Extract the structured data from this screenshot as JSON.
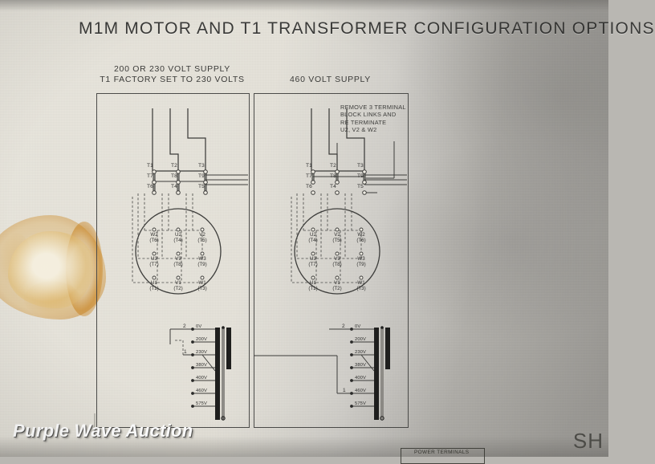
{
  "document": {
    "title": "M1M MOTOR AND T1 TRANSFORMER CONFIGURATION OPTIONS",
    "sheet_mark": "SH"
  },
  "watermark": {
    "text": "Purple Wave Auction"
  },
  "panels": [
    {
      "id": "left",
      "header_line1": "200 OR 230 VOLT SUPPLY",
      "header_line2": "T1 FACTORY SET TO 230 VOLTS",
      "terminal_block": {
        "row1": [
          "T1",
          "T2",
          "T3"
        ],
        "row2": [
          "T7",
          "T8",
          "T9"
        ],
        "row3": [
          "T6",
          "T4",
          "T5"
        ]
      },
      "motor_terminals": {
        "row1": [
          {
            "name": "W2",
            "tag": "(T6)"
          },
          {
            "name": "U2",
            "tag": "(T4)"
          },
          {
            "name": "V2",
            "tag": "(T5)"
          }
        ],
        "row2": [
          {
            "name": "U3",
            "tag": "(T7)"
          },
          {
            "name": "V3",
            "tag": "(T8)"
          },
          {
            "name": "W3",
            "tag": "(T9)"
          }
        ],
        "row3": [
          {
            "name": "U1",
            "tag": "(T1)"
          },
          {
            "name": "V1",
            "tag": "(T2)"
          },
          {
            "name": "W1",
            "tag": "(T3)"
          }
        ]
      },
      "transformer": {
        "taps": [
          "0V",
          "200V",
          "230V",
          "380V",
          "400V",
          "460V",
          "575V"
        ],
        "lead_2_tap": "0V",
        "lead_1_tap": "230V",
        "lead_labels": {
          "one": "1",
          "two": "2"
        }
      }
    },
    {
      "id": "right",
      "header_line1": "460 VOLT SUPPLY",
      "header_line2": "",
      "note": [
        "REMOVE 3 TERMINAL",
        "BLOCK LINKS AND",
        "RE TERMINATE",
        "U2, V2 & W2"
      ],
      "terminal_block": {
        "row1": [
          "T1",
          "T2",
          "T3"
        ],
        "row2": [
          "T7",
          "T8",
          "T9"
        ],
        "row3": [
          "T6",
          "T4",
          "T5"
        ]
      },
      "motor_terminals": {
        "row1": [
          {
            "name": "U2",
            "tag": "(T4)"
          },
          {
            "name": "V2",
            "tag": "(T5)"
          },
          {
            "name": "W2",
            "tag": "(T6)"
          }
        ],
        "row2": [
          {
            "name": "U3",
            "tag": "(T7)"
          },
          {
            "name": "V3",
            "tag": "(T8)"
          },
          {
            "name": "W3",
            "tag": "(T9)"
          }
        ],
        "row3": [
          {
            "name": "U1",
            "tag": "(T1)"
          },
          {
            "name": "V1",
            "tag": "(T2)"
          },
          {
            "name": "W1",
            "tag": "(T3)"
          }
        ]
      },
      "transformer": {
        "taps": [
          "0V",
          "200V",
          "230V",
          "380V",
          "400V",
          "460V",
          "575V"
        ],
        "lead_2_tap": "0V",
        "lead_1_tap": "460V",
        "lead_labels": {
          "one": "1",
          "two": "2"
        }
      }
    }
  ],
  "bottom_box": {
    "label": "POWER TERMINALS"
  },
  "colors": {
    "ink": "#3a3a38",
    "paper": "#e7e4db",
    "stain": "#c8801a",
    "watermark": "#ffffff"
  }
}
